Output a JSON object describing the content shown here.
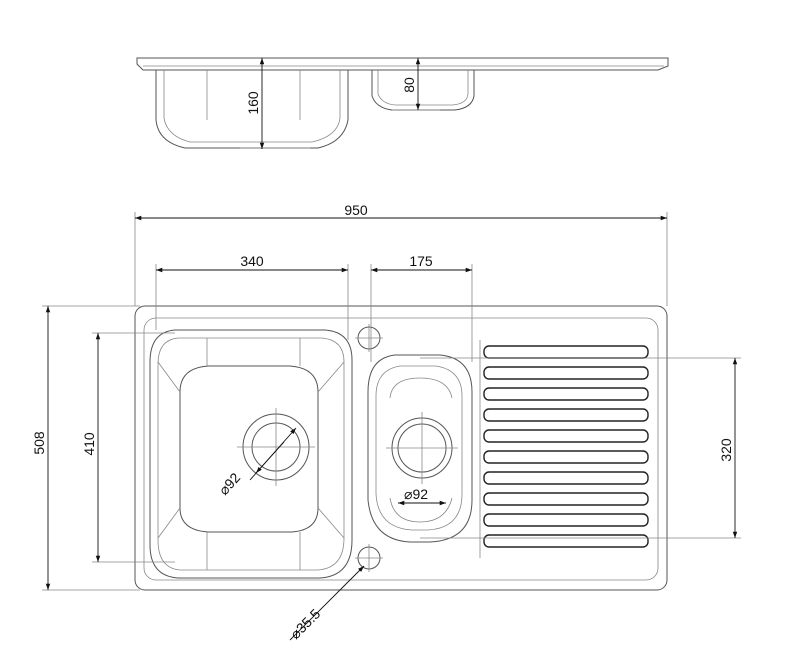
{
  "drawing": {
    "section": {
      "depth_main": "160",
      "depth_small": "80"
    },
    "plan": {
      "overall_width": "950",
      "overall_depth": "508",
      "main_bowl_width": "340",
      "main_bowl_depth": "410",
      "small_bowl_width": "175",
      "small_bowl_depth": "320",
      "main_waste_dia": "92",
      "small_waste_dia": "92",
      "tap_hole_dia": "35.5",
      "diameter_symbol": "⌀"
    }
  }
}
